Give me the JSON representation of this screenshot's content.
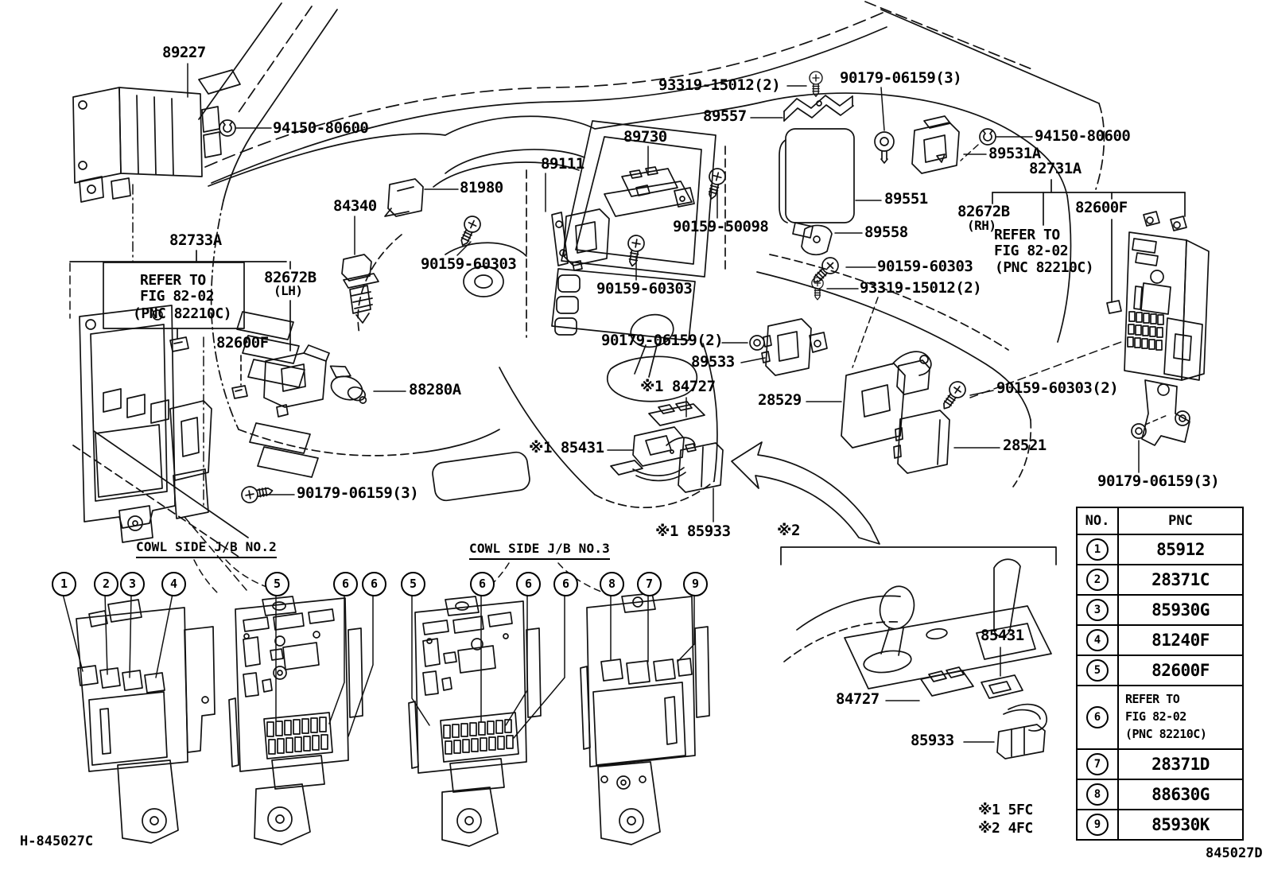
{
  "doc": {
    "code_left": "H-845027C",
    "code_right": "845027D"
  },
  "notes": {
    "note1": "※1 5FC",
    "note2": "※2 4FC",
    "inset_marker": "※2"
  },
  "refer_note": {
    "line1": "REFER TO",
    "line2": "FIG 82-02",
    "line3": "(PNC 82210C)"
  },
  "section_titles": {
    "jb2": "COWL SIDE J/B NO.2",
    "jb3": "COWL SIDE J/B NO.3"
  },
  "labels": {
    "l89227": "89227",
    "l94150_left": "94150-80600",
    "l93319_top": "93319-15012(2)",
    "l90179_top": "90179-06159(3)",
    "l89557": "89557",
    "l89730": "89730",
    "l89111": "89111",
    "l81980": "81980",
    "l94150_right": "94150-80600",
    "l89531a": "89531A",
    "l82731a": "82731A",
    "l82600f_right": "82600F",
    "l82672b_rh": "82672B",
    "l82672b_rh_sub": "(RH)",
    "l84340": "84340",
    "l82733a": "82733A",
    "l82672b_lh": "82672B",
    "l82672b_lh_sub": "(LH)",
    "l82600f_left": "82600F",
    "l90159_50098": "90159-50098",
    "l89551": "89551",
    "l89558": "89558",
    "l90159_60303_left": "90159-60303",
    "l90159_60303_mid": "90159-60303",
    "l90159_60303_right": "90159-60303",
    "l93319_right": "93319-15012(2)",
    "l90179_2": "90179-06159(2)",
    "l89533": "89533",
    "l84727_main": "※1 84727",
    "l28529": "28529",
    "l90159_60303_2": "90159-60303(2)",
    "l88280a": "88280A",
    "l85431_main": "※1 85431",
    "l28521": "28521",
    "l90179_fusebox": "90179-06159(3)",
    "l90179_left": "90179-06159(3)",
    "l85933_main": "※1 85933",
    "l85431_inset": "85431",
    "l84727_inset": "84727",
    "l85933_inset": "85933"
  },
  "callouts": [
    "1",
    "2",
    "3",
    "4",
    "5",
    "6",
    "6",
    "5",
    "6",
    "6",
    "6",
    "8",
    "7",
    "9"
  ],
  "table": {
    "headers": [
      "NO.",
      "PNC"
    ],
    "rows": [
      {
        "no": "1",
        "pnc": "85912"
      },
      {
        "no": "2",
        "pnc": "28371C"
      },
      {
        "no": "3",
        "pnc": "85930G"
      },
      {
        "no": "4",
        "pnc": "81240F"
      },
      {
        "no": "5",
        "pnc": "82600F"
      },
      {
        "no": "6",
        "pnc_lines": [
          "REFER TO",
          "FIG 82-02",
          "(PNC 82210C)"
        ]
      },
      {
        "no": "7",
        "pnc": "28371D"
      },
      {
        "no": "8",
        "pnc": "88630G"
      },
      {
        "no": "9",
        "pnc": "85930K"
      }
    ]
  }
}
